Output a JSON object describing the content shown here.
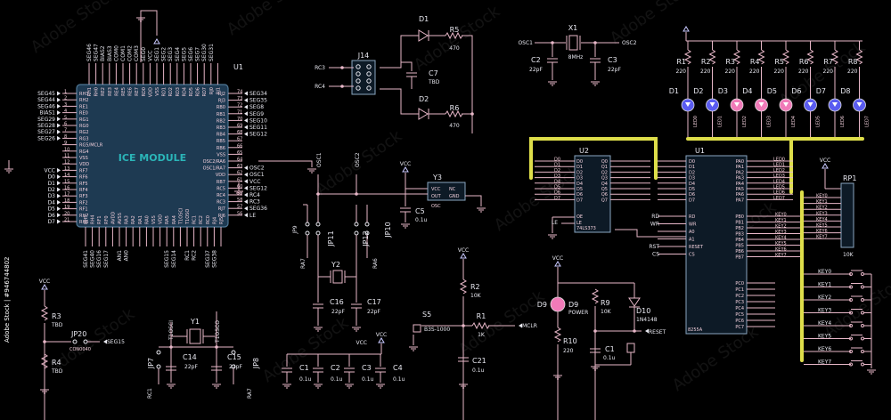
{
  "u1": {
    "ref": "U1",
    "module_label": "ICE MODULE",
    "left_nets": [
      "SEG45",
      "SEG44",
      "SEG46",
      "BIAS1",
      "SEG29",
      "SEG28",
      "SEG27",
      "SEG26",
      "",
      "VCC",
      "D0",
      "D1",
      "D2",
      "D3",
      "D4",
      "D5",
      "D6",
      "D7"
    ],
    "left_pins": [
      "RH3",
      "RH2",
      "RE1",
      "RE0",
      "RG1",
      "RG0",
      "RG2",
      "RG3",
      "RG5/MCLR",
      "RG4",
      "VSS",
      "VDD",
      "RF7",
      "RF6",
      "RF5",
      "RF4",
      "RF3",
      "RF2",
      "RF1",
      "RH7",
      "RH6"
    ],
    "right_pins": [
      "RJ2",
      "RJ3",
      "RB0",
      "RB1",
      "RB2",
      "RB3",
      "RB4",
      "RB5",
      "RB6",
      "VSS",
      "OSC2/RA6",
      "OSC1/RA7",
      "VDD",
      "RB7",
      "RC5",
      "RC4",
      "RC3",
      "RJ7",
      "RJ6"
    ],
    "right_nets": [
      "SEG34",
      "SEG35",
      "SEG8",
      "SEG9",
      "SEG10",
      "SEG11",
      "SEG12",
      "",
      "OSC2",
      "OSC1",
      "VCC",
      "SEG12",
      "RC4",
      "RC3",
      "SEG36",
      "LE"
    ],
    "top_pins": [
      "RH1",
      "RH0",
      "RE2",
      "RE3",
      "RE4",
      "RE5",
      "RE6",
      "RE7",
      "RD0",
      "VDD",
      "VSS",
      "RD1",
      "RD2",
      "RD3",
      "RD4",
      "RD5",
      "RD6",
      "RD7",
      "RJ0",
      "RJ1"
    ],
    "top_nets": [
      "SEG46",
      "SEG47",
      "BIAS2",
      "BIAS3",
      "COM0",
      "COM1",
      "COM2",
      "COM3",
      "SEG0",
      "VCC",
      "SEG1",
      "SEG2",
      "SEG3",
      "SEG4",
      "SEG5",
      "SEG6",
      "SEG7",
      "SEG30",
      "SEG31"
    ],
    "bottom_pins": [
      "RH5",
      "RH4",
      "RF1",
      "RF0",
      "AVDD",
      "AVSS",
      "RA3",
      "RA2",
      "RA1",
      "RA0",
      "VSS",
      "VDD",
      "RA5",
      "RA4",
      "T1OSCI",
      "T1OSO",
      "RC1",
      "RC2",
      "RC0",
      "RJ4",
      "RJ5"
    ],
    "bottom_nets": [
      "SEG41",
      "SEG40",
      "SEG16",
      "SEG17",
      "",
      "AN1",
      "AN0",
      "",
      "",
      "",
      "",
      "",
      "SEG15",
      "SEG14",
      "",
      "RC1",
      "RC2",
      "",
      "SEG37",
      "SEG38"
    ]
  },
  "power": {
    "vcc": "VCC"
  },
  "jumper_j14": {
    "ref": "J14",
    "nets": [
      "RC3",
      "RC4"
    ]
  },
  "leds_d1_d2": [
    {
      "ref": "D1",
      "r_ref": "R5",
      "r_val": "470"
    },
    {
      "ref": "D2",
      "r_ref": "R6",
      "r_val": "470"
    }
  ],
  "cap_c7": {
    "ref": "C7",
    "val": "TBD"
  },
  "crystal_x1": {
    "ref": "X1",
    "freq": "8MHz",
    "osc1": "OSC1",
    "osc2": "OSC2"
  },
  "caps_x1": [
    {
      "ref": "C2",
      "val": "22pF"
    },
    {
      "ref": "C3",
      "val": "22pF"
    }
  ],
  "led_bank": {
    "resistors": [
      {
        "ref": "R1",
        "val": "220"
      },
      {
        "ref": "R2",
        "val": "220"
      },
      {
        "ref": "R3",
        "val": "220"
      },
      {
        "ref": "R4",
        "val": "220"
      },
      {
        "ref": "R5",
        "val": "220"
      },
      {
        "ref": "R6",
        "val": "220"
      },
      {
        "ref": "R7",
        "val": "220"
      },
      {
        "ref": "R8",
        "val": "220"
      }
    ],
    "leds": [
      "D1",
      "D2",
      "D3",
      "D4",
      "D5",
      "D6",
      "D7",
      "D8"
    ],
    "led_nets": [
      "LED0",
      "LED1",
      "LED2",
      "LED3",
      "LED4",
      "LED5",
      "LED6",
      "LED7"
    ]
  },
  "u2": {
    "ref": "U2",
    "part": "74LS373",
    "d_pins": [
      "D0",
      "D1",
      "D2",
      "D3",
      "D4",
      "D5",
      "D6",
      "D7"
    ],
    "q_pins": [
      "Q0",
      "Q1",
      "Q2",
      "Q3",
      "Q4",
      "Q5",
      "Q6",
      "Q7"
    ],
    "oe": "OE",
    "le": "LE",
    "le_net": "LE"
  },
  "u3": {
    "ref": "U1",
    "part": "8255A",
    "left_pins": [
      "D0",
      "D1",
      "D2",
      "D3",
      "D4",
      "D5",
      "D6",
      "D7",
      "RD",
      "WR",
      "A0",
      "A1",
      "RESET",
      "CS"
    ],
    "left_nets": [
      "",
      "",
      "",
      "",
      "",
      "",
      "",
      "",
      "RD",
      "WR",
      "",
      "",
      "RST",
      "CS"
    ],
    "pa": [
      "PA0",
      "PA1",
      "PA2",
      "PA3",
      "PA4",
      "PA5",
      "PA6",
      "PA7"
    ],
    "pb": [
      "PB0",
      "PB1",
      "PB2",
      "PB3",
      "PB4",
      "PB5",
      "PB6",
      "PB7"
    ],
    "pc": [
      "PC0",
      "PC1",
      "PC2",
      "PC3",
      "PC4",
      "PC5",
      "PC6",
      "PC7"
    ],
    "pa_nets": [
      "LED0",
      "LED1",
      "LED2",
      "LED3",
      "LED4",
      "LED5",
      "LED6",
      "LED7"
    ],
    "pb_nets": [
      "KEY0",
      "KEY1",
      "KEY2",
      "KEY3",
      "KEY4",
      "KEY5",
      "KEY6",
      "KEY7"
    ]
  },
  "rp1": {
    "ref": "RP1",
    "val": "10K",
    "nets": [
      "KEY0",
      "KEY1",
      "KEY2",
      "KEY3",
      "KEY4",
      "KEY5",
      "KEY6",
      "KEY7"
    ]
  },
  "keys": [
    "KEY0",
    "KEY1",
    "KEY2",
    "KEY3",
    "KEY4",
    "KEY5",
    "KEY6",
    "KEY7"
  ],
  "y3": {
    "ref": "Y3",
    "vcc": "VCC",
    "out": "OUT",
    "nc": "NC",
    "gnd": "GND",
    "osc": "OSC"
  },
  "c5": {
    "ref": "C5",
    "val": "0.1u"
  },
  "osc_nets": [
    "OSC1",
    "OSC2"
  ],
  "jumpers_osc": [
    "JP11",
    "JP12",
    "JP10",
    "JP9"
  ],
  "ra_nets": [
    "RA7",
    "RA6"
  ],
  "y2": {
    "ref": "Y2"
  },
  "c16": {
    "ref": "C16",
    "val": "22pF"
  },
  "c17": {
    "ref": "C17",
    "val": "22pF"
  },
  "reset": {
    "switch": "S5",
    "switch_part": "B3S-1000",
    "r2": "R2",
    "r2_val": "10K",
    "r1": "R1",
    "r1_val": "1K",
    "c21": "C21",
    "c21_val": "0.1u",
    "mclr": "MCLR"
  },
  "power_led": {
    "d9": "D9",
    "d9_label": "POWER",
    "r9": "R9",
    "r9_val": "10K",
    "d10": "D10",
    "d10_part": "1N4148",
    "r10": "R10",
    "r10_val": "220",
    "c1": "C1",
    "c1_val": "0.1u",
    "reset_net": "RESET"
  },
  "decoupling": [
    {
      "ref": "C1",
      "val": "0.1u"
    },
    {
      "ref": "C2",
      "val": "0.1u"
    },
    {
      "ref": "C3",
      "val": "0.1u"
    },
    {
      "ref": "C4",
      "val": "0.1u"
    }
  ],
  "y1": {
    "ref": "Y1",
    "osc_nets": [
      "T1OSCI",
      "T1OSCO"
    ],
    "c14": "C14",
    "c14_val": "22pF",
    "c15": "C15",
    "c15_val": "22pF",
    "jp7": "JP7",
    "jp8": "JP8",
    "rc1": "RC1",
    "ra7": "RA7"
  },
  "left_div": {
    "r3": "R3",
    "r3_val": "TBD",
    "r4": "R4",
    "r4_val": "TBD",
    "jp20": "JP20",
    "jp20_part": "CON0040",
    "seg15": "SEG15"
  },
  "watermark": "Adobe Stock",
  "side_text": "Adobe Stock | #946744802"
}
